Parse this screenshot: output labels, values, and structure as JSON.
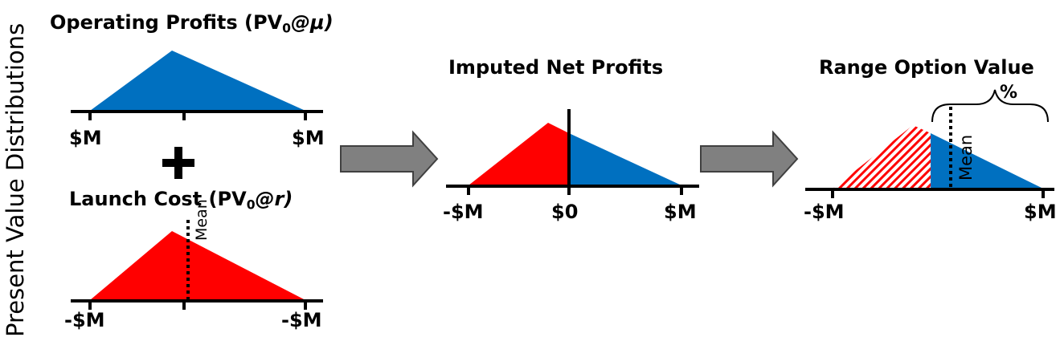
{
  "side_label": "Present Value Distributions",
  "operating_profits": {
    "title_prefix": "Operating Profits (PV",
    "title_sub": "0",
    "title_suffix": "@μ)",
    "tick_left": "$M",
    "tick_right": "$M"
  },
  "plus_sign": "+",
  "launch_cost": {
    "title_prefix": "Launch Cost (PV",
    "title_sub": "0",
    "title_suffix": "@r)",
    "mean_label": "Mean",
    "tick_left": "-$M",
    "tick_right": "-$M"
  },
  "imputed_net_profits": {
    "title": "Imputed Net Profits",
    "tick_left": "-$M",
    "tick_mid": "$0",
    "tick_right": "$M"
  },
  "range_option_value": {
    "title": "Range Option Value",
    "mean_label": "Mean",
    "percent_label": "%",
    "tick_left": "-$M",
    "tick_right": "$M"
  },
  "colors": {
    "blue": "#0070c0",
    "red": "#ff0000",
    "arrow_fill": "#808080",
    "arrow_stroke": "#404040"
  }
}
